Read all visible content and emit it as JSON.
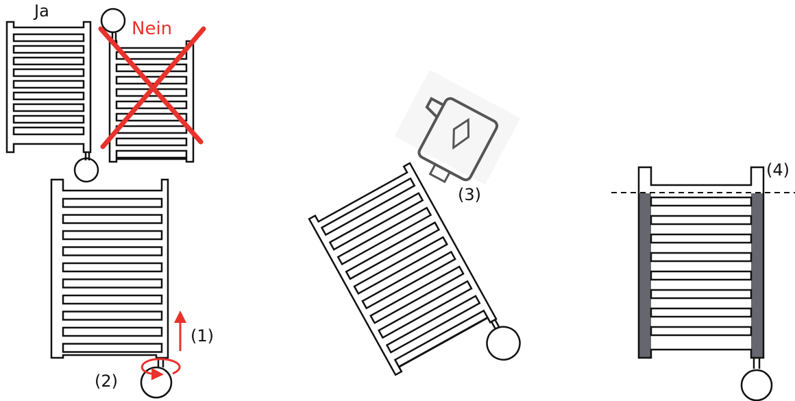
{
  "labels": {
    "ja": "Ja",
    "nein": "Nein",
    "step1": "(1)",
    "step2": "(2)",
    "step3": "(3)",
    "step4": "(4)"
  },
  "colors": {
    "line": "#111111",
    "accent_red": "#e8322c",
    "fill_gray": "#66666e",
    "canister_gray": "#555555"
  },
  "icons": [
    "crossed-out-x-icon",
    "up-arrow-icon",
    "rotate-arrow-icon",
    "canister-icon",
    "dashed-line"
  ]
}
